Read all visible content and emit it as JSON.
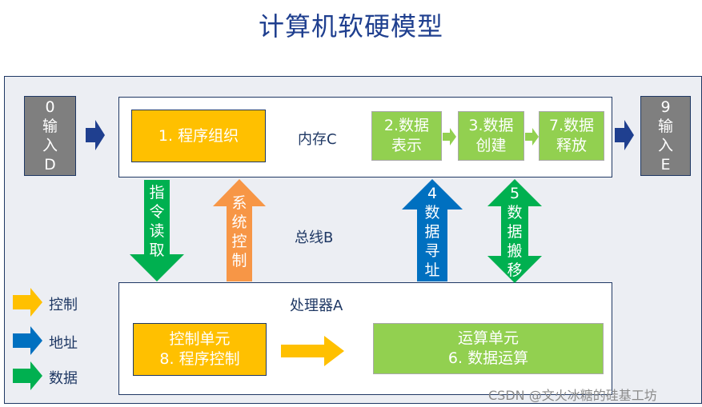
{
  "title": "计算机软硬模型",
  "input_left": {
    "num": "0",
    "c1": "输",
    "c2": "入",
    "c3": "D"
  },
  "input_right": {
    "num": "9",
    "c1": "输",
    "c2": "入",
    "c3": "E"
  },
  "memory": {
    "label": "内存C",
    "program_org": "1. 程序组织",
    "data_repr_1": "2.数据",
    "data_repr_2": "表示",
    "data_create_1": "3.数据",
    "data_create_2": "创建",
    "data_release_1": "7.数据",
    "data_release_2": "释放"
  },
  "bus": {
    "label": "总线B",
    "fetch": [
      "指",
      "令",
      "读",
      "取"
    ],
    "sysctl": [
      "系",
      "统",
      "控",
      "制"
    ],
    "addr": [
      "4",
      "数",
      "据",
      "寻",
      "址"
    ],
    "move": [
      "5",
      "数",
      "据",
      "搬",
      "移"
    ]
  },
  "cpu": {
    "label": "处理器A",
    "control_unit_1": "控制单元",
    "control_unit_2": "8. 程序控制",
    "alu_1": "运算单元",
    "alu_2": "6. 数据运算"
  },
  "legend": {
    "control": "控制",
    "address": "地址",
    "data": "数据"
  },
  "colors": {
    "title": "#1F3F8F",
    "navy": "#1F3864",
    "yellow": "#FFC000",
    "green_box": "#92D050",
    "green_arrow": "#00B050",
    "orange": "#F79646",
    "blue": "#0070C0",
    "grey": "#7F7F7F",
    "bg": "#ECEEF3"
  },
  "watermark": "CSDN @文火冰糖的硅基工坊"
}
